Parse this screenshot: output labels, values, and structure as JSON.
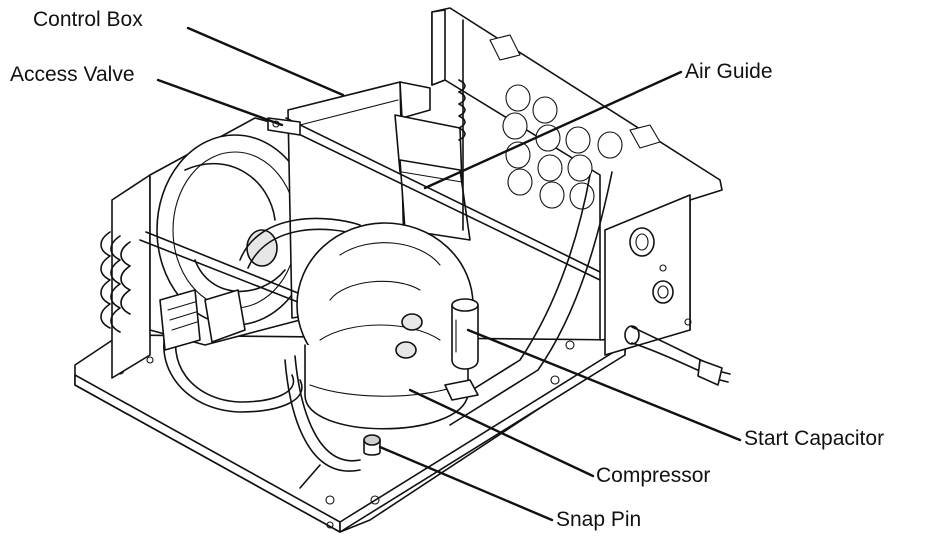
{
  "diagram": {
    "callouts": {
      "control_box": "Control Box",
      "access_valve": "Access Valve",
      "air_guide": "Air Guide",
      "start_capacitor": "Start Capacitor",
      "compressor": "Compressor",
      "snap_pin": "Snap Pin"
    }
  }
}
